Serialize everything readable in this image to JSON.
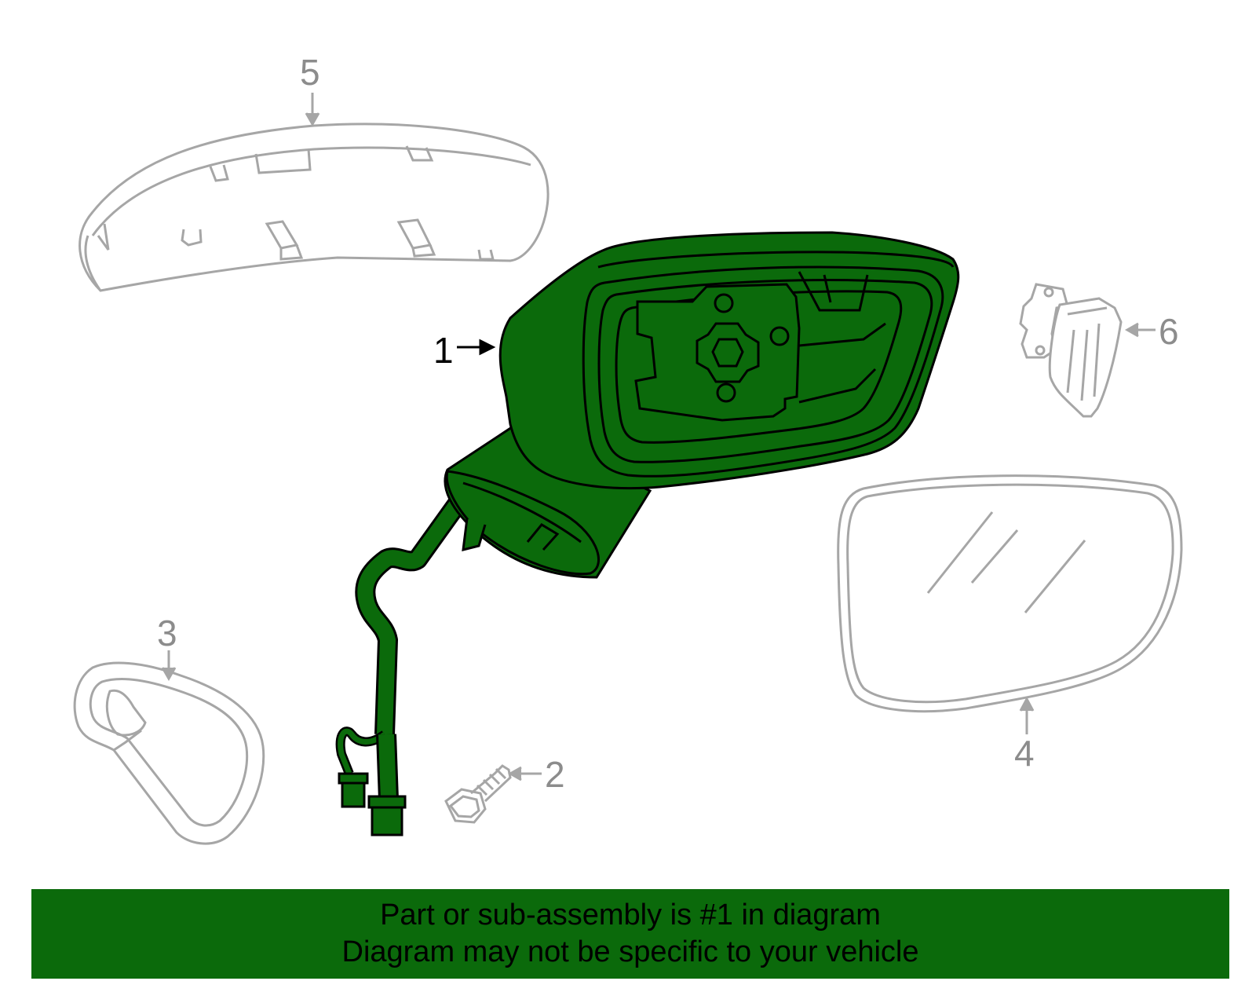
{
  "callouts": {
    "c1": "1",
    "c2": "2",
    "c3": "3",
    "c4": "4",
    "c5": "5",
    "c6": "6"
  },
  "colors": {
    "highlight": "#0b6a0b",
    "part_outline": "#000000",
    "other_parts": "#a6a6a6",
    "callout_text_other": "#8c8c8c",
    "banner_background": "#0b6a0b"
  },
  "banner": {
    "line1": "Part or sub-assembly is #1 in diagram",
    "line2": "Diagram may not be specific to your vehicle"
  }
}
